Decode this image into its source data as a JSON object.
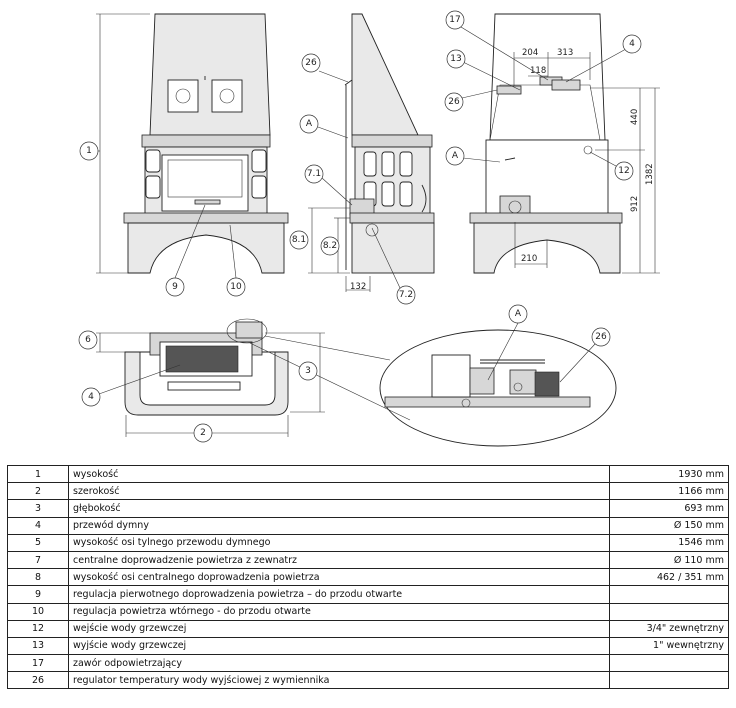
{
  "drawing": {
    "callouts": {
      "c1": "1",
      "c9": "9",
      "c10": "10",
      "c26a": "26",
      "cA1": "A",
      "c71": "7.1",
      "c81": "8.1",
      "c82": "8.2",
      "c72": "7.2",
      "c17": "17",
      "c13": "13",
      "c26b": "26",
      "c4a": "4",
      "cA2": "A",
      "c12": "12",
      "c6": "6",
      "c4b": "4",
      "c3": "3",
      "c2": "2",
      "cA3": "A",
      "c26c": "26"
    },
    "dimensions": {
      "d132": "132",
      "d204": "204",
      "d313": "313",
      "d118": "118",
      "d440": "440",
      "d1382": "1382",
      "d912": "912",
      "d210": "210"
    }
  },
  "legend": {
    "rows": [
      {
        "num": "1",
        "desc": "wysokość",
        "value": "1930 mm"
      },
      {
        "num": "2",
        "desc": "szerokość",
        "value": "1166 mm"
      },
      {
        "num": "3",
        "desc": "głębokość",
        "value": "693 mm"
      },
      {
        "num": "4",
        "desc": "przewód dymny",
        "value": "Ø 150 mm"
      },
      {
        "num": "5",
        "desc": "wysokość osi tylnego przewodu dymnego",
        "value": "1546 mm"
      },
      {
        "num": "7",
        "desc": "centralne doprowadzenie powietrza z zewnatrz",
        "value": "Ø 110 mm"
      },
      {
        "num": "8",
        "desc": "wysokość osi centralnego doprowadzenia powietrza",
        "value": "462 / 351 mm"
      },
      {
        "num": "9",
        "desc": "regulacja pierwotnego doprowadzenia powietrza – do przodu otwarte",
        "value": ""
      },
      {
        "num": "10",
        "desc": "regulacja powietrza wtórnego - do przodu otwarte",
        "value": ""
      },
      {
        "num": "12",
        "desc": "wejście wody grzewczej",
        "value": "3/4\" zewnętrzny"
      },
      {
        "num": "13",
        "desc": "wyjście wody grzewczej",
        "value": "1\" wewnętrzny"
      },
      {
        "num": "17",
        "desc": "zawór odpowietrzający",
        "value": ""
      },
      {
        "num": "26",
        "desc": "regulator temperatury wody wyjściowej z wymiennika",
        "value": ""
      }
    ]
  }
}
